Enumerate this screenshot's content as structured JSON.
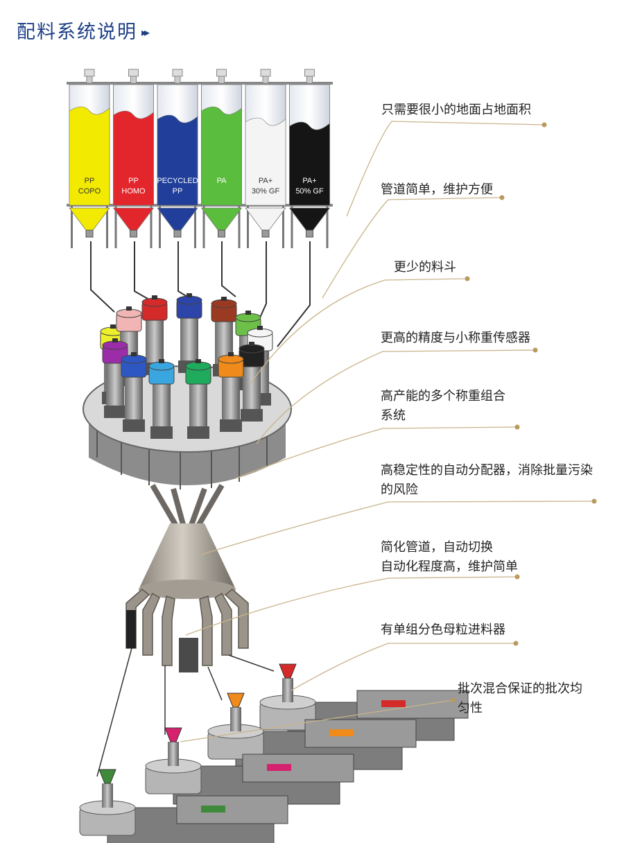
{
  "header": {
    "title": "配料系统说明",
    "arrow_glyph": "▸▸"
  },
  "silos": [
    {
      "line1": "PP",
      "line2": "COPO",
      "color": "#f2ea00",
      "text_color": "#333333"
    },
    {
      "line1": "PP",
      "line2": "HOMO",
      "color": "#e3262b",
      "text_color": "#ffffff"
    },
    {
      "line1": "PECYCLED",
      "line2": "PP",
      "color": "#213f9a",
      "text_color": "#ffffff"
    },
    {
      "line1": "PA",
      "line2": "",
      "color": "#5bbd3d",
      "text_color": "#ffffff"
    },
    {
      "line1": "PA+",
      "line2": "30% GF",
      "color": "#f4f4f4",
      "text_color": "#333333"
    },
    {
      "line1": "PA+",
      "line2": "50% GF",
      "color": "#151515",
      "text_color": "#ffffff"
    }
  ],
  "annotations": [
    {
      "lines": [
        "只需要很小的地面占地面积"
      ]
    },
    {
      "lines": [
        "管道简单，维护方便"
      ]
    },
    {
      "lines": [
        "更少的料斗"
      ]
    },
    {
      "lines": [
        "更高的精度与小称重传感器"
      ]
    },
    {
      "lines": [
        "高产能的多个称重组合",
        "系统"
      ]
    },
    {
      "lines": [
        "高稳定性的自动分配器，消除批量污染",
        "的风险"
      ]
    },
    {
      "lines": [
        "简化管道，自动切换",
        "自动化程度高，维护简单"
      ]
    },
    {
      "lines": [
        "有单组分色母粒进料器"
      ]
    },
    {
      "lines": [
        "批次混合保证的批次均",
        "匀性"
      ]
    }
  ],
  "colors": {
    "accent_line": "#c8b48a",
    "dot": "#b89a5e",
    "title": "#1d3f86"
  }
}
